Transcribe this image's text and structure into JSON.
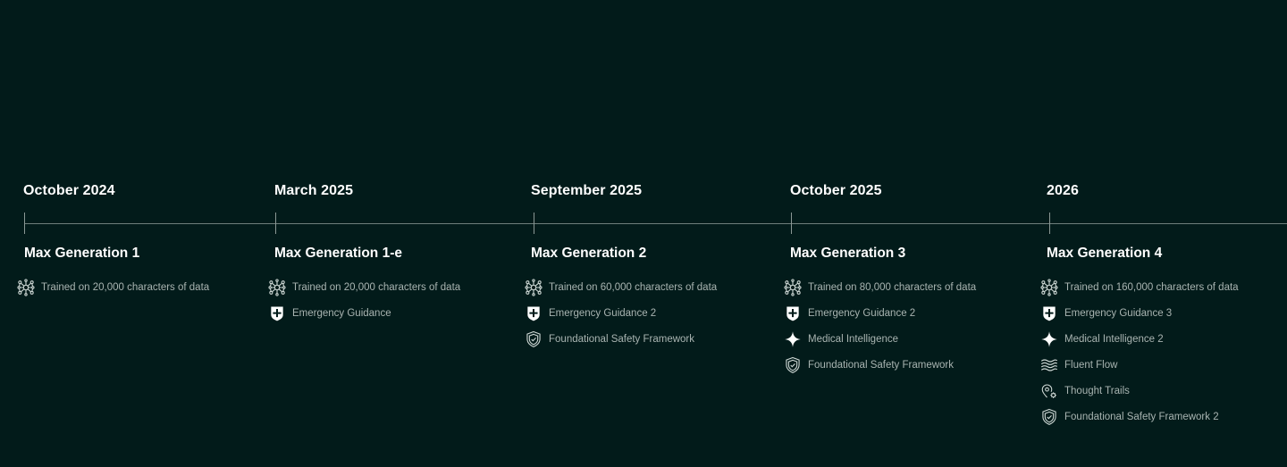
{
  "milestones": [
    {
      "date": "October 2024",
      "title": "Max Generation 1",
      "features": [
        {
          "icon": "network-icon",
          "label": "Trained on 20,000 characters of data"
        }
      ]
    },
    {
      "date": "March 2025",
      "title": "Max Generation 1-e",
      "features": [
        {
          "icon": "network-icon",
          "label": "Trained on 20,000 characters of data"
        },
        {
          "icon": "medical-shield-icon",
          "label": "Emergency Guidance"
        }
      ]
    },
    {
      "date": "September 2025",
      "title": "Max Generation 2",
      "features": [
        {
          "icon": "network-icon",
          "label": "Trained on 60,000 characters of data"
        },
        {
          "icon": "medical-shield-icon",
          "label": "Emergency Guidance 2"
        },
        {
          "icon": "shield-check-icon",
          "label": "Foundational Safety Framework"
        }
      ]
    },
    {
      "date": "October 2025",
      "title": "Max Generation 3",
      "features": [
        {
          "icon": "network-icon",
          "label": "Trained on 80,000 characters of data"
        },
        {
          "icon": "medical-shield-icon",
          "label": "Emergency Guidance 2"
        },
        {
          "icon": "sparkle-icon",
          "label": "Medical Intelligence"
        },
        {
          "icon": "shield-check-icon",
          "label": "Foundational Safety Framework"
        }
      ]
    },
    {
      "date": "2026",
      "title": "Max Generation 4",
      "features": [
        {
          "icon": "network-icon",
          "label": "Trained on 160,000 characters of data"
        },
        {
          "icon": "medical-shield-icon",
          "label": "Emergency Guidance 3"
        },
        {
          "icon": "sparkle-icon",
          "label": "Medical Intelligence 2"
        },
        {
          "icon": "waves-icon",
          "label": "Fluent Flow"
        },
        {
          "icon": "location-pin-icon",
          "label": "Thought Trails"
        },
        {
          "icon": "shield-check-icon",
          "label": "Foundational Safety Framework 2"
        }
      ]
    }
  ],
  "colors": {
    "background": "#021b1a",
    "text_primary": "#ffffff",
    "text_secondary": "#a9b4b1",
    "axis": "#6f7f7c"
  }
}
